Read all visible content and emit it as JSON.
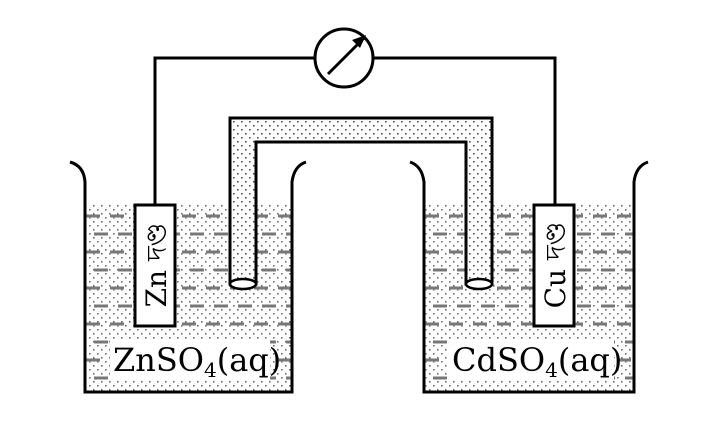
{
  "diagram": {
    "left_electrode": {
      "symbol": "Zn",
      "word": "দণ্ড"
    },
    "right_electrode": {
      "symbol": "Cu",
      "word": "দণ্ড"
    },
    "left_solution": {
      "prefix": "ZnSO",
      "subscript": "4",
      "suffix": "(aq)"
    },
    "right_solution": {
      "prefix": "CdSO",
      "subscript": "4",
      "suffix": "(aq)"
    },
    "meter": {
      "icon": "galvanometer-icon"
    }
  }
}
